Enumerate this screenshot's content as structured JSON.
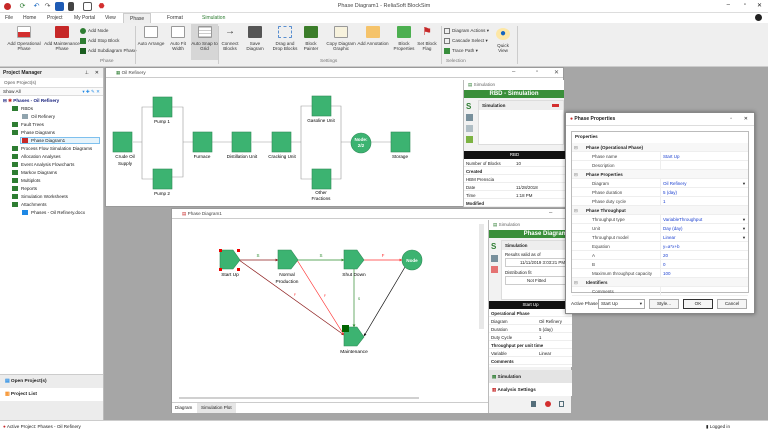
{
  "window_title": "Phase Diagram1 - ReliaSoft BlockSim",
  "menu_tabs": [
    "File",
    "Home",
    "Project",
    "My Portal",
    "View",
    "Phase",
    "Format",
    "Simulation"
  ],
  "active_tab": "Phase",
  "ribbon": {
    "phase_group": {
      "label": "Phase",
      "add_operational_phase": "Add Operational Phase",
      "add_maintenance_phase": "Add Maintenance Phase",
      "add_node": "Add Node",
      "add_stop_block": "Add Stop Block",
      "add_subdiagram_phase": "Add Subdiagram Phase"
    },
    "settings_group": {
      "label": "Settings",
      "auto_arrange": "Auto Arrange",
      "auto_fit_width": "Auto Fit Width",
      "auto_snap_to_grid": "Auto Snap to Grid",
      "connect_blocks": "Connect Blocks",
      "save_diagram": "Save Diagram",
      "drag_and_drop_blocks": "Drag and Drop Blocks",
      "block_painter": "Block Painter",
      "copy_diagram_graphic": "Copy Diagram Graphic",
      "add_annotation": "Add Annotation",
      "block_properties": "Block Properties",
      "set_block_flag": "Set Block Flag"
    },
    "selection_group": {
      "label": "Selection",
      "diagram_actions": "Diagram Actions",
      "cascade_select": "Cascade Select",
      "trace_path": "Trace Path",
      "quick_view": "Quick View"
    }
  },
  "project_manager": {
    "title": "Project Manager",
    "open_projects": "Open Project(s)",
    "filter": "Show All",
    "tree": [
      "Phases - Oil Refinery",
      "RBDs",
      "Oil Refinery",
      "Fault Trees",
      "Phase Diagrams",
      "Phase Diagram1",
      "Process Flow Simulation Diagrams",
      "Allocation Analyses",
      "Event Analysis Flowcharts",
      "Markov Diagrams",
      "Multiplots",
      "Reports",
      "Simulation Worksheets",
      "Attachments",
      "Phases - Oil Refinery.docx"
    ],
    "bottom_open_projects": "Open Project(s)",
    "bottom_project_list": "Project List"
  },
  "rbd_window": {
    "title": "Oil Refinery",
    "blocks": [
      "Crude Oil Supply",
      "Pump 1",
      "Pump 2",
      "Furnace",
      "Distillation Unit",
      "Cracking Unit",
      "Gasoline Unit",
      "Other Fractions",
      "Storage"
    ],
    "node_label": "Node: 2/2",
    "sim_panel": {
      "header": "Simulation",
      "banner": "RBD - Simulation",
      "section": "Simulation",
      "table_title": "RBD",
      "rows": [
        {
          "k": "Number of Blocks",
          "v": "10"
        },
        {
          "k": "Created",
          "v": ""
        },
        {
          "k": "HBM Prenscia",
          "v": ""
        },
        {
          "k": "Date",
          "v": "11/28/2018"
        },
        {
          "k": "Time",
          "v": "1:18 PM"
        },
        {
          "k": "Modified",
          "v": ""
        }
      ]
    }
  },
  "phase_window": {
    "title": "Phase Diagram1",
    "phases": [
      "Start Up",
      "Normal Production",
      "Shut Down",
      "Maintenance"
    ],
    "node_label": "Node",
    "edge_labels": [
      "S",
      "S",
      "F",
      "F",
      "F",
      "S"
    ],
    "tabs": [
      "Diagram",
      "Simulation Plot"
    ],
    "sim_panel": {
      "header": "Simulation",
      "banner": "Phase Diagram",
      "section": "Simulation",
      "results_label": "Results valid as of",
      "results_value": "11/11/2019 3:03:21 PM",
      "dist_label": "Distribution fit",
      "dist_value": "Not Fitted",
      "table_title": "Start Up",
      "rows": [
        {
          "k": "Operational Phase",
          "v": ""
        },
        {
          "k": "Diagram",
          "v": "Oil Refinery"
        },
        {
          "k": "Duration",
          "v": "5 (day)"
        },
        {
          "k": "Duty Cycle",
          "v": "1"
        },
        {
          "k": "Throughput per unit time",
          "v": ""
        },
        {
          "k": "Variable",
          "v": "Linear"
        },
        {
          "k": "Comments",
          "v": ""
        }
      ],
      "nav_simulation": "Simulation",
      "nav_analysis": "Analysis Settings"
    }
  },
  "dialog": {
    "title": "Phase Properties",
    "header": "Properties",
    "rows": [
      {
        "k": "Phase (Operational Phase)",
        "v": "",
        "h": true
      },
      {
        "k": "Phase name",
        "v": "Start Up"
      },
      {
        "k": "Description",
        "v": ""
      },
      {
        "k": "Phase Properties",
        "v": "",
        "h": true
      },
      {
        "k": "Diagram",
        "v": "Oil Refinery",
        "dd": true
      },
      {
        "k": "Phase duration",
        "v": "5 (day)"
      },
      {
        "k": "Phase duty cycle",
        "v": "1"
      },
      {
        "k": "Phase Throughput",
        "v": "",
        "h": true
      },
      {
        "k": "Throughput type",
        "v": "VariableThroughput",
        "dd": true
      },
      {
        "k": "Unit",
        "v": "Day (day)",
        "dd": true
      },
      {
        "k": "Throughput model",
        "v": "Linear",
        "dd": true
      },
      {
        "k": "Equation",
        "v": "y=a*x+b"
      },
      {
        "k": "A",
        "v": "20"
      },
      {
        "k": "B",
        "v": "0"
      },
      {
        "k": "Maximum throughput capacity",
        "v": "100"
      },
      {
        "k": "Identifiers",
        "v": "",
        "h": true
      },
      {
        "k": "Comments",
        "v": ""
      }
    ],
    "active_phase_label": "Active Phase",
    "active_phase_value": "Start Up",
    "style_button": "Style...",
    "ok_button": "OK",
    "cancel_button": "Cancel"
  },
  "status": {
    "active_project": "Active Project: Phases - Oil Refinery",
    "login": "Logged in"
  },
  "colors": {
    "block": "#3cb371",
    "banner": "#3a8f3a",
    "success_edge": "#2e8b2e",
    "fail_edge": "#ff3333",
    "dark_edge": "#8b1a1a"
  }
}
